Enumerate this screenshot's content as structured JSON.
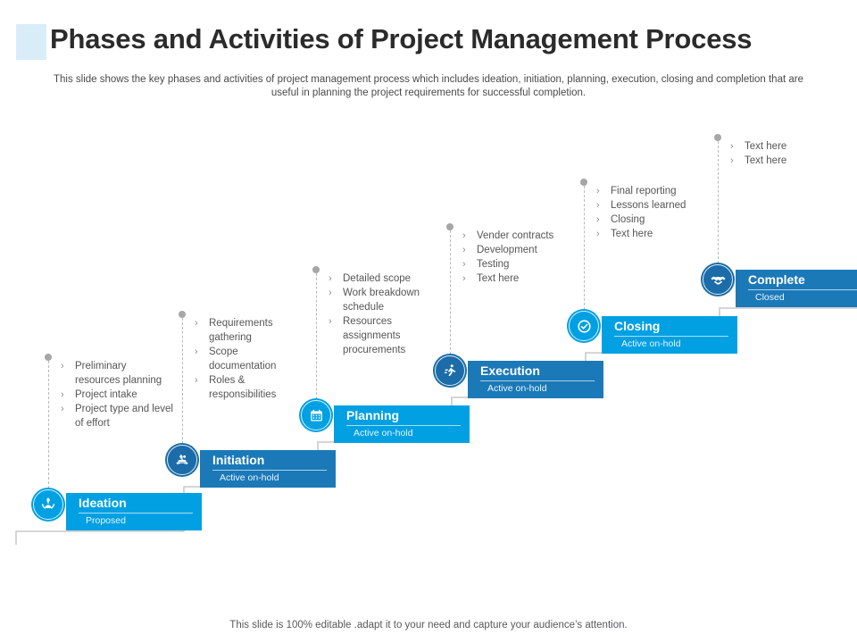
{
  "header": {
    "title": "Phases and Activities of Project Management Process",
    "subtitle": "This slide shows the key phases and activities of project management process which includes ideation, initiation, planning, execution, closing and completion that are useful in planning the project requirements for successful completion."
  },
  "footer": {
    "note": "This slide is 100% editable .adapt it to your need and capture your audience’s attention."
  },
  "colors": {
    "cyan": "#00a0e3",
    "blue": "#1b79b8",
    "icon_cyan": "#00a0e3",
    "icon_blue": "#1b6ca8",
    "text_gray": "#565656",
    "dot_gray": "#a6a6a6",
    "outline_gray": "#c9c9c9",
    "title_gray": "#2b2b2b",
    "accent_band": "#d9edf9"
  },
  "steps": [
    {
      "id": "ideation",
      "label": "Ideation",
      "status": "Proposed",
      "icon": "hands-plant-icon",
      "tone": "cyan",
      "bullets": [
        "Preliminary resources planning",
        "Project intake",
        "Project type and level of effort"
      ]
    },
    {
      "id": "initiation",
      "label": "Initiation",
      "status": "Active  on-hold",
      "icon": "car-idea-icon",
      "tone": "blue",
      "bullets": [
        "Requirements gathering",
        "Scope documentation",
        "Roles & responsibilities"
      ]
    },
    {
      "id": "planning",
      "label": "Planning",
      "status": "Active  on-hold",
      "icon": "calendar-icon",
      "tone": "cyan",
      "bullets": [
        "Detailed scope",
        "Work breakdown schedule",
        "Resources assignments procurements"
      ]
    },
    {
      "id": "execution",
      "label": "Execution",
      "status": "Active  on-hold",
      "icon": "runner-icon",
      "tone": "blue",
      "bullets": [
        "Vender contracts",
        "Development",
        "Testing",
        "Text here"
      ]
    },
    {
      "id": "closing",
      "label": "Closing",
      "status": "Active  on-hold",
      "icon": "check-circle-icon",
      "tone": "cyan",
      "bullets": [
        "Final reporting",
        "Lessons learned",
        "Closing",
        "Text here"
      ]
    },
    {
      "id": "complete",
      "label": "Complete",
      "status": "Closed",
      "icon": "handshake-icon",
      "tone": "blue",
      "bullets": [
        "Text here",
        "Text here"
      ]
    }
  ]
}
